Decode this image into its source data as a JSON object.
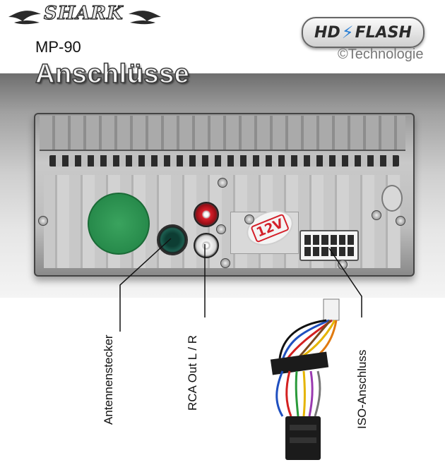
{
  "header": {
    "brand": "SHARK",
    "model": "MP-90",
    "badge_left": "HD",
    "badge_right": "FLASH",
    "copyright": "©Technologie"
  },
  "title": "Anschlüsse",
  "device": {
    "sticker_voltage": "12V"
  },
  "labels": {
    "antenna": "Antennenstecker",
    "rca": "RCA Out L / R",
    "iso": "ISO-Anschluss"
  },
  "colors": {
    "rca_left": "#d8202b",
    "rca_right": "#f4f4f4",
    "sticker_green": "#2a9150",
    "voltage_red": "#d4202a",
    "flash_blue": "#2a7fd4"
  }
}
